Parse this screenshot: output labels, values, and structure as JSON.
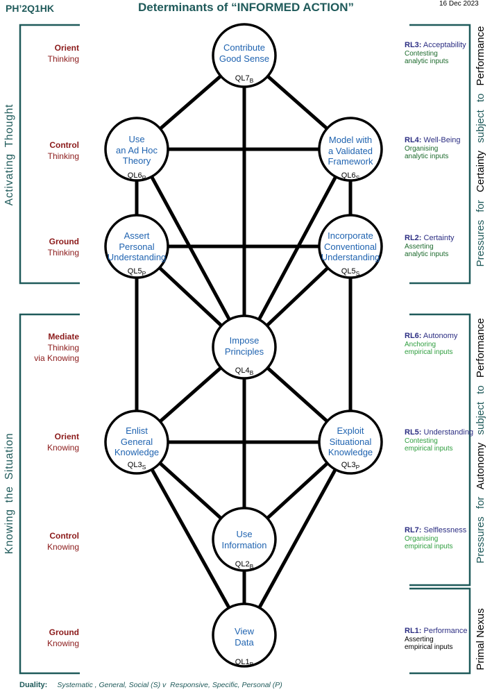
{
  "header": {
    "code": "PH’2Q1HK",
    "title": "Determinants of “INFORMED ACTION”",
    "date": "16 Dec 2023"
  },
  "left_groups": [
    {
      "label": "Activating Thought"
    },
    {
      "label": "Knowing the Situation"
    }
  ],
  "left_levels": [
    {
      "lines": [
        "Orient",
        "Thinking"
      ]
    },
    {
      "lines": [
        "Control",
        "Thinking"
      ]
    },
    {
      "lines": [
        "Ground",
        "Thinking"
      ]
    },
    {
      "lines": [
        "Mediate",
        "Thinking",
        "via Knowing"
      ]
    },
    {
      "lines": [
        "Orient",
        "Knowing"
      ]
    },
    {
      "lines": [
        "Control",
        "Knowing"
      ]
    },
    {
      "lines": [
        "Ground",
        "Knowing"
      ]
    }
  ],
  "nodes": [
    {
      "lines": [
        "Contribute",
        "Good Sense"
      ],
      "code": "QL7",
      "sub": "B"
    },
    {
      "lines": [
        "Use",
        "an Ad Hoc",
        "Theory"
      ],
      "code": "QL6",
      "sub": "P"
    },
    {
      "lines": [
        "Model with",
        "a Validated",
        "Framework"
      ],
      "code": "QL6",
      "sub": "S"
    },
    {
      "lines": [
        "Assert",
        "Personal",
        "Understanding"
      ],
      "code": "QL5",
      "sub": "P"
    },
    {
      "lines": [
        "Incorporate",
        "Conventional",
        "Understanding"
      ],
      "code": "QL5",
      "sub": "S"
    },
    {
      "lines": [
        "Impose",
        "Principles"
      ],
      "code": "QL4",
      "sub": "B"
    },
    {
      "lines": [
        "Enlist",
        "General",
        "Knowledge"
      ],
      "code": "QL3",
      "sub": "S"
    },
    {
      "lines": [
        "Exploit",
        "Situational",
        "Knowledge"
      ],
      "code": "QL3",
      "sub": "P"
    },
    {
      "lines": [
        "Use",
        "Information"
      ],
      "code": "QL2",
      "sub": "B"
    },
    {
      "lines": [
        "View",
        "Data"
      ],
      "code": "QL1",
      "sub": "B"
    }
  ],
  "edges": [
    [
      0,
      1
    ],
    [
      0,
      2
    ],
    [
      0,
      5
    ],
    [
      1,
      2
    ],
    [
      1,
      3
    ],
    [
      1,
      5
    ],
    [
      2,
      4
    ],
    [
      2,
      5
    ],
    [
      3,
      4
    ],
    [
      3,
      5
    ],
    [
      4,
      5
    ],
    [
      3,
      6
    ],
    [
      4,
      7
    ],
    [
      5,
      6
    ],
    [
      5,
      7
    ],
    [
      5,
      8
    ],
    [
      6,
      7
    ],
    [
      6,
      8
    ],
    [
      7,
      8
    ],
    [
      6,
      9
    ],
    [
      7,
      9
    ],
    [
      8,
      9
    ]
  ],
  "right_groups": [
    {
      "parts": [
        "Pressures for",
        "Certainty",
        "subject to",
        "Performance"
      ]
    },
    {
      "parts": [
        "Pressures for",
        "Autonomy",
        "subject to",
        "Performance"
      ]
    },
    {
      "parts": [
        "Primal Nexus"
      ]
    }
  ],
  "right_levels": [
    {
      "code": "RL3:",
      "name": "Acceptability",
      "lines": [
        "Contesting",
        "analytic inputs"
      ]
    },
    {
      "code": "RL4:",
      "name": "Well-Being",
      "lines": [
        "Organising",
        "analytic inputs"
      ]
    },
    {
      "code": "RL2:",
      "name": "Certainty",
      "lines": [
        "Asserting",
        "analytic inputs"
      ]
    },
    {
      "code": "RL6:",
      "name": "Autonomy",
      "lines": [
        "Anchoring",
        "empirical inputs"
      ]
    },
    {
      "code": "RL5:",
      "name": "Understanding",
      "lines": [
        "Contesting",
        "empirical inputs"
      ]
    },
    {
      "code": "RL7:",
      "name": "Selflessness",
      "lines": [
        "Organising",
        "empirical inputs"
      ]
    },
    {
      "code": "RL1:",
      "name": "Performance",
      "lines": [
        "Asserting",
        "empirical inputs"
      ]
    }
  ],
  "footer": {
    "label": "Duality:",
    "text": "Systematic , General, Social (S) v  Responsive, Specific, Personal (P)"
  },
  "colors": {
    "teal": "#1f5a5a",
    "node_text": "#1f63b0",
    "level_red": "#8b1a1a",
    "rl_navy": "#2b2d82",
    "analytic_green": "#1c6a2c",
    "empirical_green": "#2f9e3f",
    "ink": "#000000"
  }
}
